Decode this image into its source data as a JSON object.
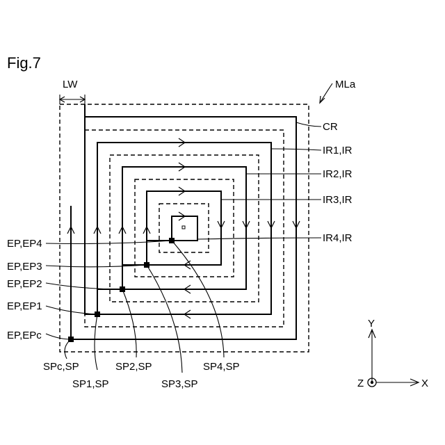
{
  "figure": {
    "title": "Fig.7",
    "ref_label": "MLa",
    "width_label": "LW",
    "ring_labels": [
      "CR",
      "IR1,IR",
      "IR2,IR",
      "IR3,IR",
      "IR4,IR"
    ],
    "end_labels": [
      "EP,EP4",
      "EP,EP3",
      "EP,EP2",
      "EP,EP1",
      "EP,EPc"
    ],
    "start_labels": [
      "SPc,SP",
      "SP1,SP",
      "SP2,SP",
      "SP3,SP",
      "SP4,SP"
    ]
  },
  "axes": {
    "y_label": "Y",
    "z_label": "Z",
    "x_label": "X"
  }
}
